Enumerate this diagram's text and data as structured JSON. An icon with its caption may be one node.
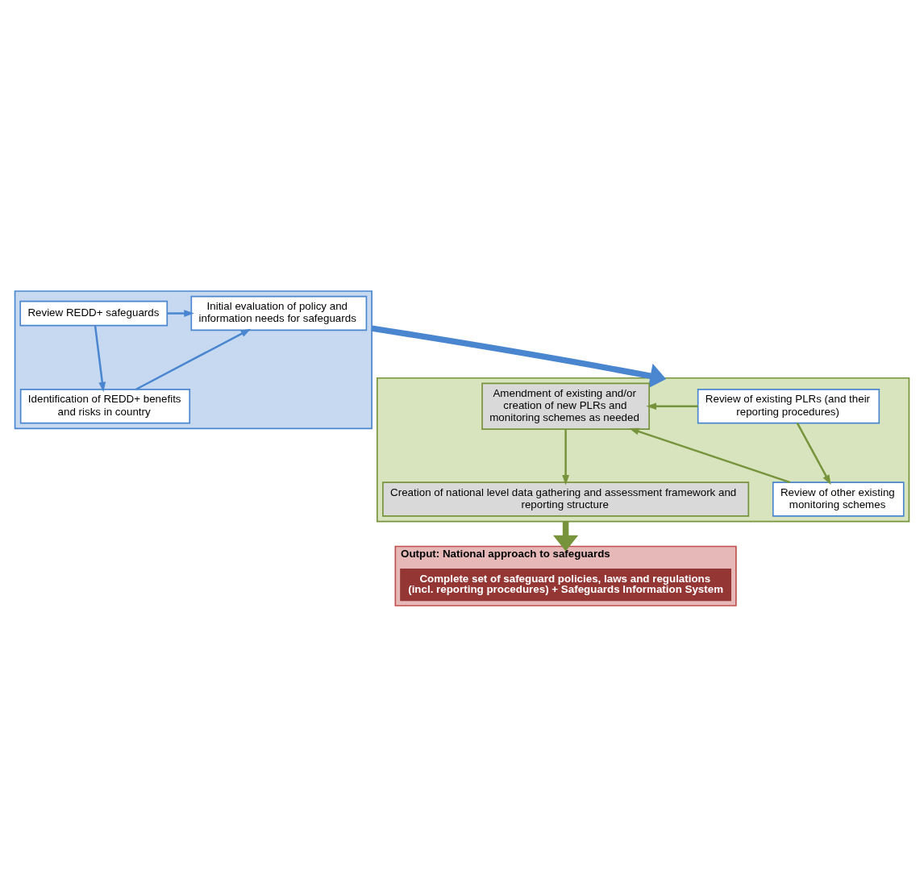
{
  "diagram": {
    "nodes": [
      {
        "text": [],
        "shape": "box"
      },
      {
        "text": [
          "Review REDD+ safeguards"
        ],
        "in": 0
      },
      {
        "text": [
          "Identification of REDD+ benefits and risks in country"
        ],
        "in": 0
      },
      {
        "text": [
          "Initial evaluation of policy and information needs for safeguards"
        ],
        "in": 0
      },
      {
        "text": [],
        "shape": "box"
      },
      {
        "text": [
          "Review of existing PLRs (and their reporting procedures)"
        ],
        "in": 4
      },
      {
        "text": [
          "Review of other existing monitoring schemes"
        ],
        "in": 4
      },
      {
        "text": [
          "Amendment of existing and/or creation of new PLRs and monitoring schemes as needed"
        ],
        "in": 4
      },
      {
        "text": [
          "Creation of national level data gathering and assessment framework and reporting structure"
        ],
        "in": 4
      },
      {
        "text": [
          "Output: National approach to safeguards"
        ]
      },
      {
        "text": [
          "Complete set of safeguard policies, laws and regulations (incl. reporting procedures) + Safeguards Information System"
        ],
        "in": 9
      }
    ],
    "edges": [
      {
        "from": 1,
        "to": 3,
        "arrow": "to",
        "color": "#4a86d0"
      },
      {
        "from": 1,
        "to": 2,
        "arrow": "to",
        "color": "#4a86d0"
      },
      {
        "from": 2,
        "to": 3,
        "arrow": "to",
        "color": "#4a86d0"
      },
      {
        "from": 0,
        "to": 4,
        "arrow": "to",
        "style": "thick",
        "color": "#4a86d0"
      },
      {
        "from": 5,
        "to": 7,
        "arrow": "to",
        "color": "#77933c"
      },
      {
        "from": 5,
        "to": 6,
        "arrow": "to",
        "color": "#77933c"
      },
      {
        "from": 6,
        "to": 7,
        "arrow": "to",
        "color": "#77933c"
      },
      {
        "from": 7,
        "to": 8,
        "arrow": "to",
        "color": "#77933c"
      },
      {
        "from": 4,
        "to": 9,
        "arrow": "to",
        "style": "thick",
        "color": "#77933c"
      }
    ]
  }
}
